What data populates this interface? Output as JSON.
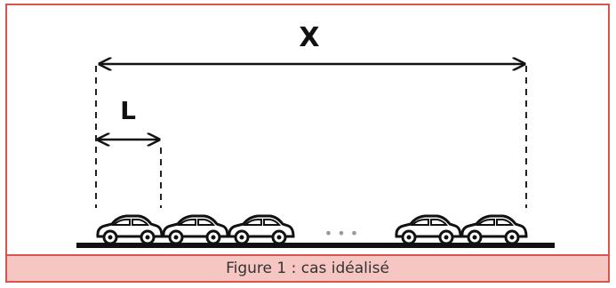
{
  "diagram": {
    "total_label": "X",
    "car_length_label": "L",
    "ellipsis": "• • •"
  },
  "caption": "Figure 1 : cas idéalisé",
  "colors": {
    "border": "#d9534f",
    "caption_bg": "#f6c6c2",
    "ink": "#111111"
  }
}
